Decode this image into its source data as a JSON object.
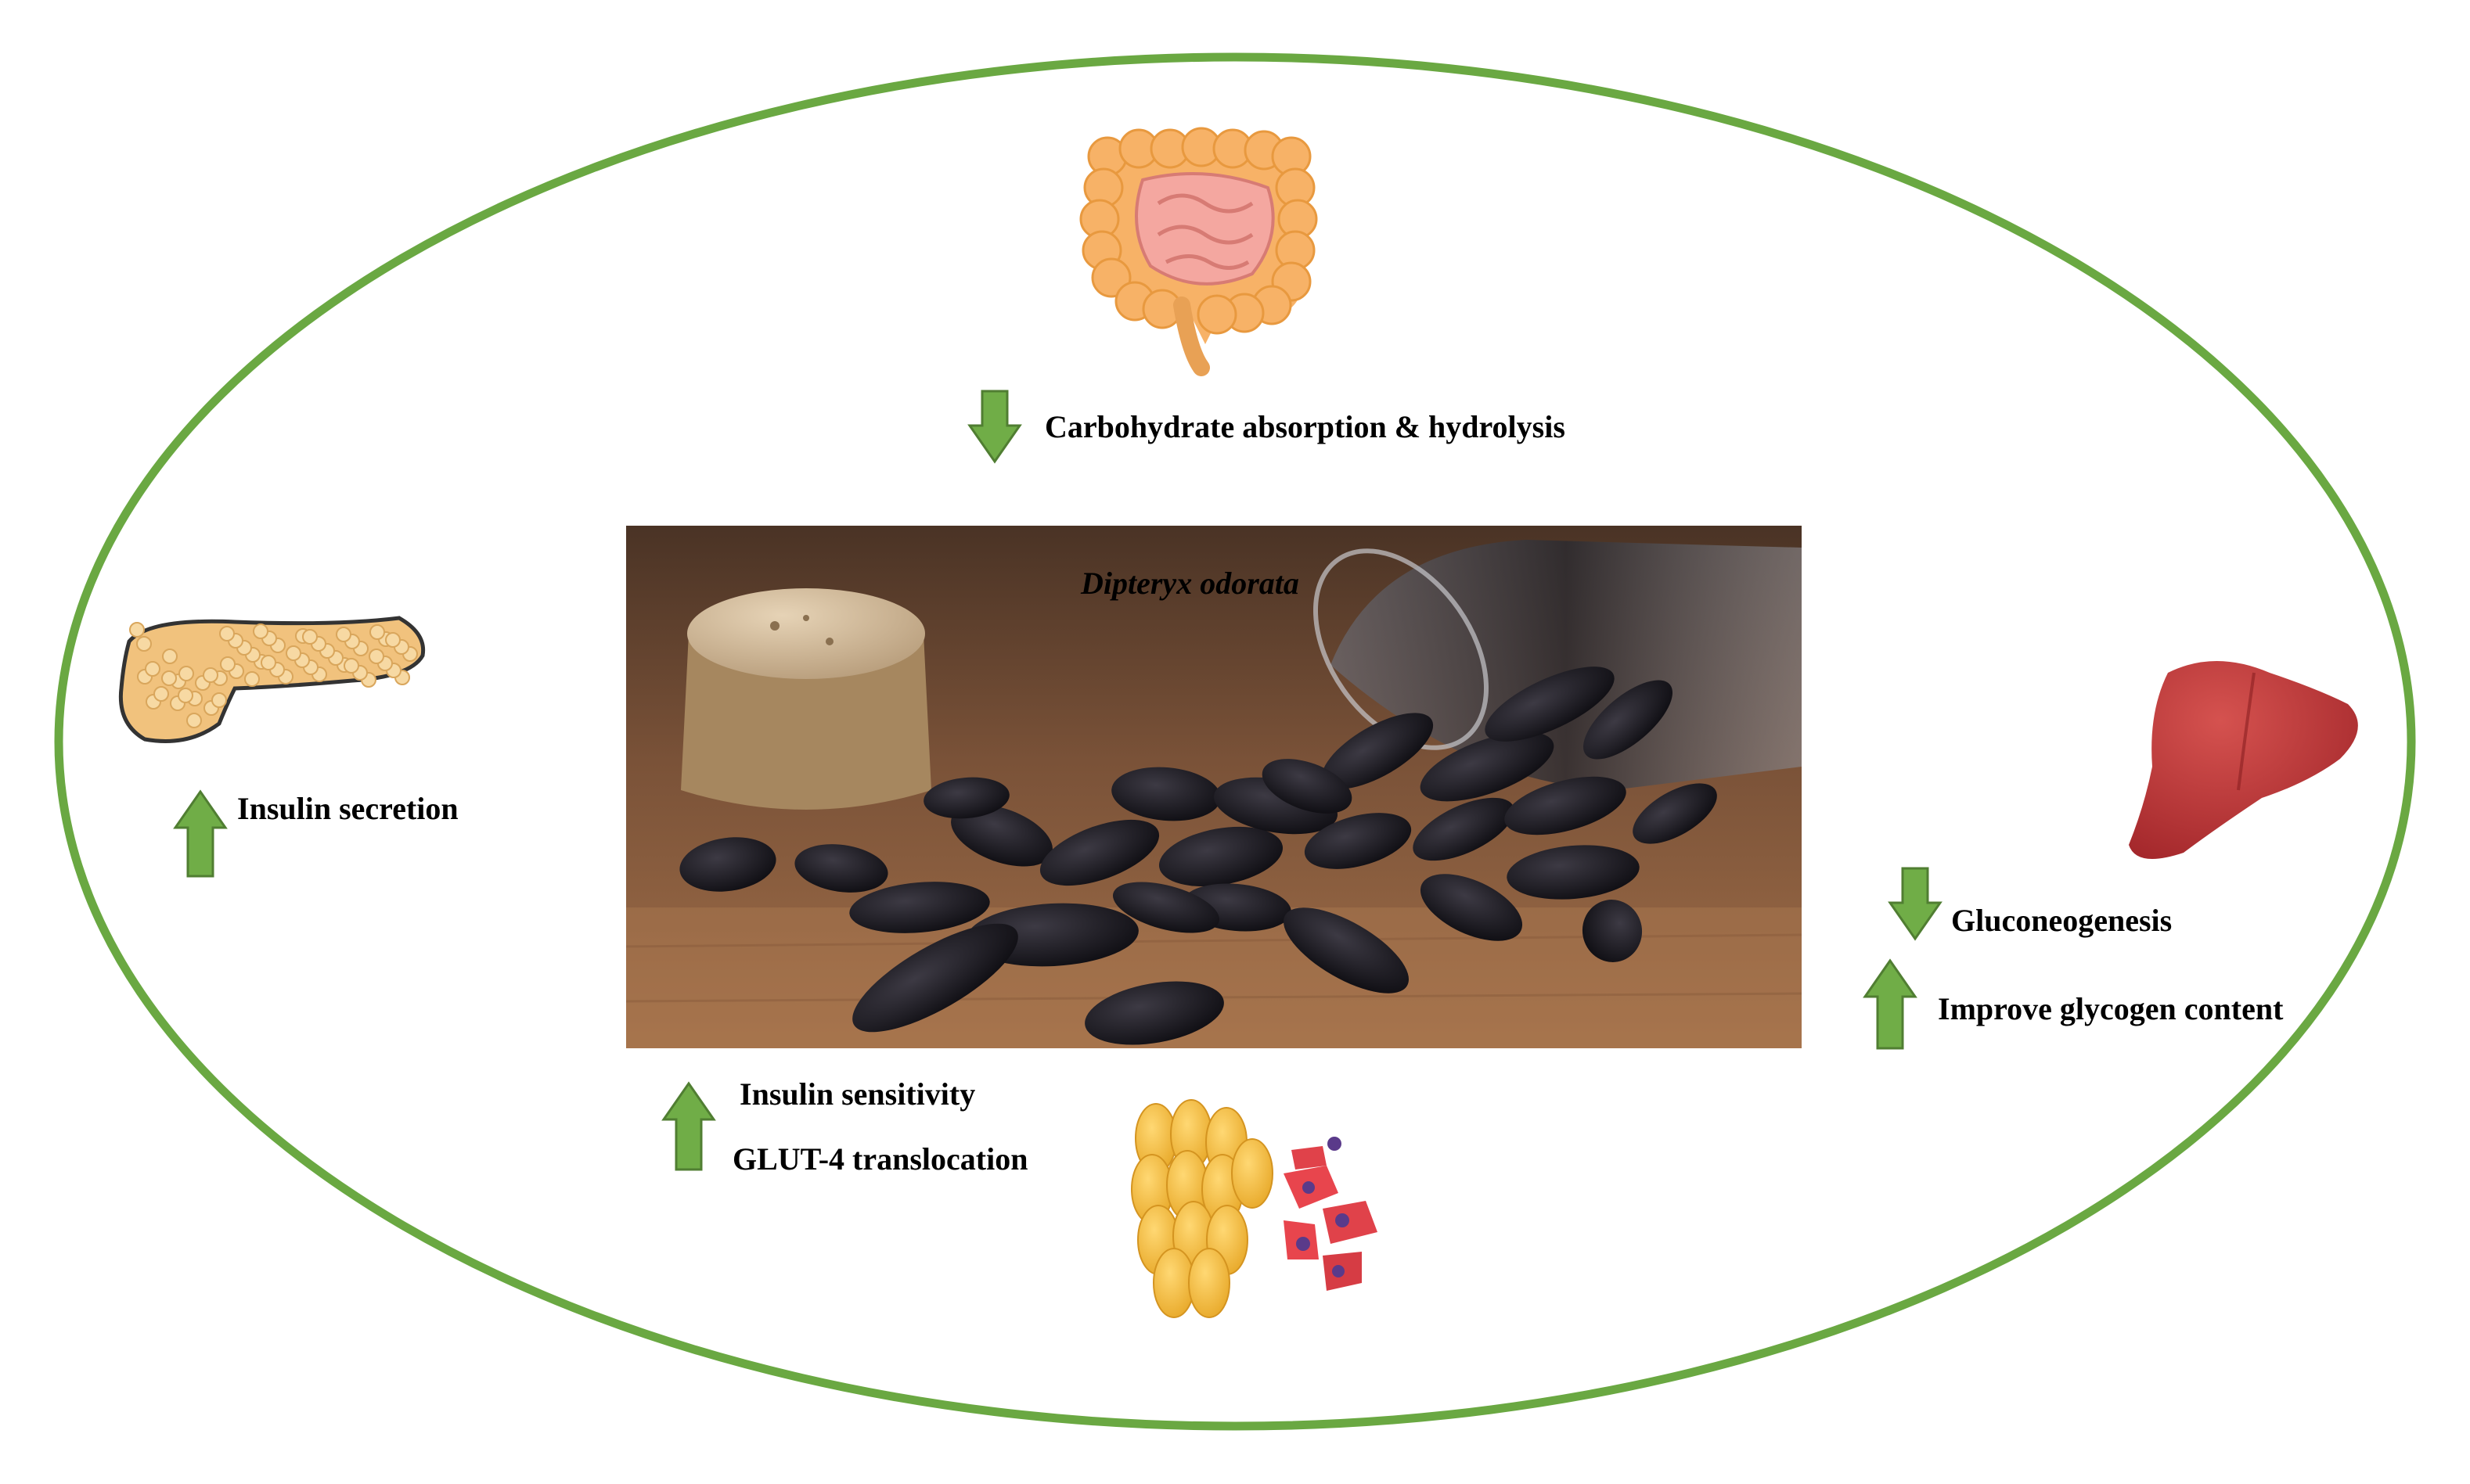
{
  "colors": {
    "border": "#6aa842",
    "arrow": "#70ad47",
    "arrow_stroke": "#507e32"
  },
  "photo": {
    "title": "Dipteryx  odorata"
  },
  "effects": {
    "intestine": {
      "direction": "down",
      "label": "Carbohydrate absorption & hydrolysis",
      "icon": "intestine-icon"
    },
    "pancreas": {
      "direction": "up",
      "label": "Insulin secretion",
      "icon": "pancreas-icon"
    },
    "liver": {
      "icon": "liver-icon",
      "items": [
        {
          "direction": "down",
          "label": "Gluconeogenesis"
        },
        {
          "direction": "up",
          "label": "Improve glycogen content"
        }
      ]
    },
    "peripheral": {
      "direction": "up",
      "icons": [
        "adipocytes-icon",
        "muscle-cells-icon"
      ],
      "lines": [
        "Insulin sensitivity",
        "GLUT-4 translocation"
      ]
    }
  }
}
